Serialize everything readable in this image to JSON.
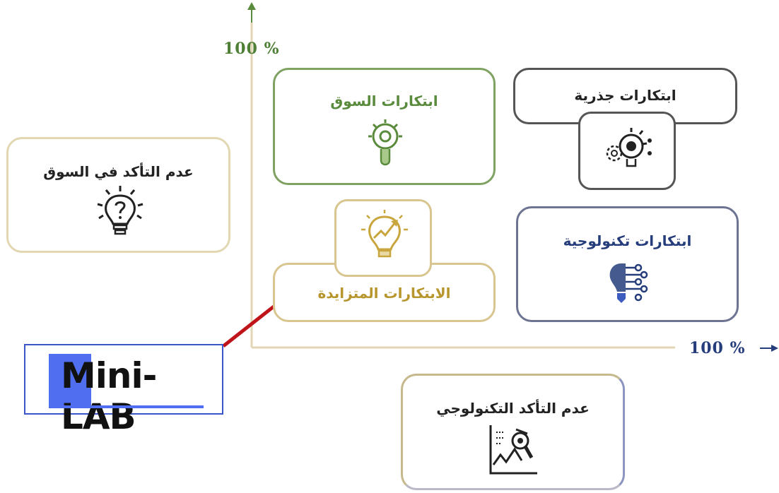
{
  "axes": {
    "y_label": "100 %",
    "x_label": "100 %"
  },
  "quadrants": {
    "market_innovations": {
      "title": "ابتكارات السوق",
      "icon": "gear-lightbulb-icon",
      "color": "#5a8a3c"
    },
    "radical_innovations": {
      "title": "ابتكارات جذرية",
      "icon": "gears-lightbulb-icon",
      "color": "#333333"
    },
    "incremental_innovations": {
      "title": "الابتكارات المتزايدة",
      "icon": "growth-lightbulb-icon",
      "color": "#b8962e"
    },
    "technological_innovations": {
      "title": "ابتكارات تكنولوجية",
      "icon": "circuit-lightbulb-icon",
      "color": "#253d7a"
    }
  },
  "side_boxes": {
    "market_uncertainty": {
      "title": "عدم التأكد في السوق",
      "icon": "question-lightbulb-icon"
    },
    "tech_uncertainty": {
      "title": "عدم التأكد التكنولوجي",
      "icon": "chart-analysis-icon"
    }
  },
  "logo": {
    "text": "Mini-LAB",
    "brand_color": "#4f6ff0",
    "border_color": "#3a55c8"
  },
  "colors": {
    "arrow": "#c0141b",
    "axis": "#d9c9a3",
    "y_arrow": "#5a8a3c",
    "x_arrow": "#253d7a"
  }
}
